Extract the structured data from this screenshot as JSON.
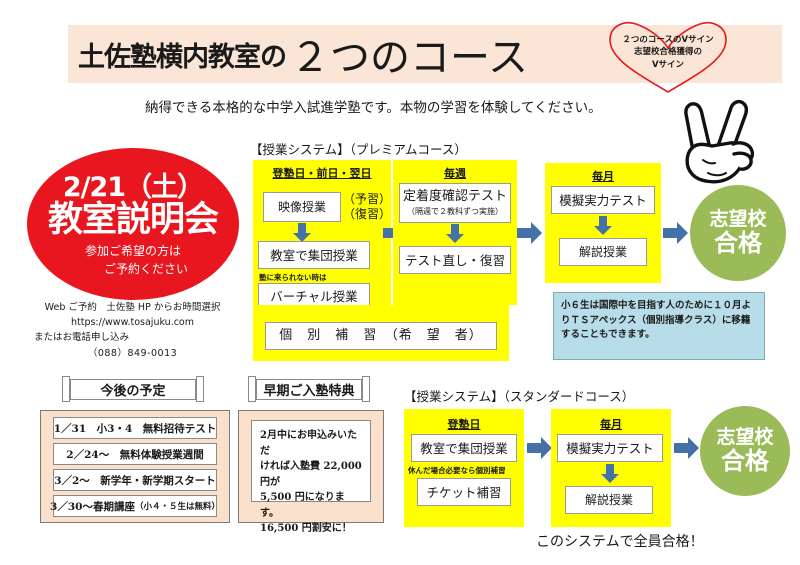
{
  "header": {
    "title_part1": "土佐塾横内教室の",
    "title_part2": "２つのコース",
    "heart_line1": "２つのコースのVサイン",
    "heart_line2": "志望校合格獲得の",
    "heart_line3": "Vサイン",
    "subtitle": "納得できる本格的な中学入試進学塾です。本物の学習を体験してください。"
  },
  "seminar": {
    "date": "2/21（土）",
    "title": "教室説明会",
    "note_line1": "参加ご希望の方は",
    "note_line2": "ご予約ください",
    "contact_line1": "Web ご予約　土佐塾 HP からお時間選択",
    "contact_line2": "https://www.tosajuku.com",
    "contact_line3": "またはお電話申し込み",
    "contact_line4": "（088）849-0013"
  },
  "premium": {
    "label": "【授業システム】（プレミアムコース）",
    "col1_title": "登塾日・前日・翌日",
    "col1_box1": "映像授業",
    "col1_side1": "（予習）",
    "col1_side2": "（復習）",
    "col1_box2": "教室で集団授業",
    "col1_note": "塾に来られない時は",
    "col1_box3": "バーチャル授業",
    "wide_box": "個　別　補　習　（希　望　者）",
    "col2_title": "毎週",
    "col2_box1": "定着度確認テスト",
    "col2_box1_sub": "（隔週で２教科ずつ実施）",
    "col2_box2": "テスト直し・復習",
    "col3_title": "毎月",
    "col3_box1": "模擬実力テスト",
    "col3_box2": "解説授業",
    "goal_line1": "志望校",
    "goal_line2": "合格"
  },
  "blue_note": "小６生は国際中を目指す人のために１０月よりＴＳアペックス（個別指導クラス）に移籍することもできます。",
  "schedule": {
    "heading": "今後の予定",
    "items": [
      {
        "text": "1／31　小3・4　無料招待テスト",
        "small": ""
      },
      {
        "text": "2／24～　無料体験授業週間",
        "small": ""
      },
      {
        "text": "3／2～　新学年・新学期スタート",
        "small": ""
      },
      {
        "text": "3／30～春期講座",
        "small": "（小４・５生は無料）"
      }
    ]
  },
  "offer": {
    "heading": "早期ご入塾特典",
    "line1": "2月中にお申込みいただ",
    "line2": "ければ入塾費 22,000 円が",
    "line3": "5,500 円になります。",
    "line4": "16,500 円割安に！"
  },
  "standard": {
    "label": "【授業システム】（スタンダードコース）",
    "col1_title": "登塾日",
    "col1_box1": "教室で集団授業",
    "col1_note": "休んだ場合必要なら個別補習",
    "col1_box2": "チケット補習",
    "col2_title": "毎月",
    "col2_box1": "模擬実力テスト",
    "col2_box2": "解説授業",
    "goal_line1": "志望校",
    "goal_line2": "合格"
  },
  "closing": "このシステムで全員合格！",
  "colors": {
    "header_band": "#fbe5d6",
    "red": "#e8171f",
    "yellow": "#ffff00",
    "green": "#9bbb59",
    "blue_note": "#b7dde8",
    "panel": "#fbe0cc",
    "arrow": "#4472a8"
  }
}
